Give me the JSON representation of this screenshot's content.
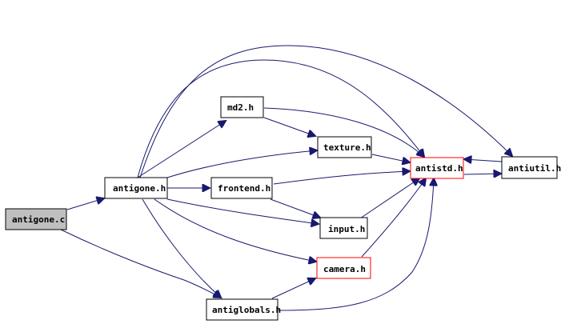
{
  "colors": {
    "edge": "#191970",
    "node_border": "#000000",
    "node_border_highlight": "#ff0000",
    "root_fill": "#bfbfbf"
  },
  "nodes": {
    "antigone_c": "antigone.c",
    "antigone_h": "antigone.h",
    "md2_h": "md2.h",
    "texture_h": "texture.h",
    "frontend_h": "frontend.h",
    "antistd_h": "antistd.h",
    "antiutil_h": "antiutil.h",
    "input_h": "input.h",
    "camera_h": "camera.h",
    "antiglobals_h": "antiglobals.h"
  }
}
